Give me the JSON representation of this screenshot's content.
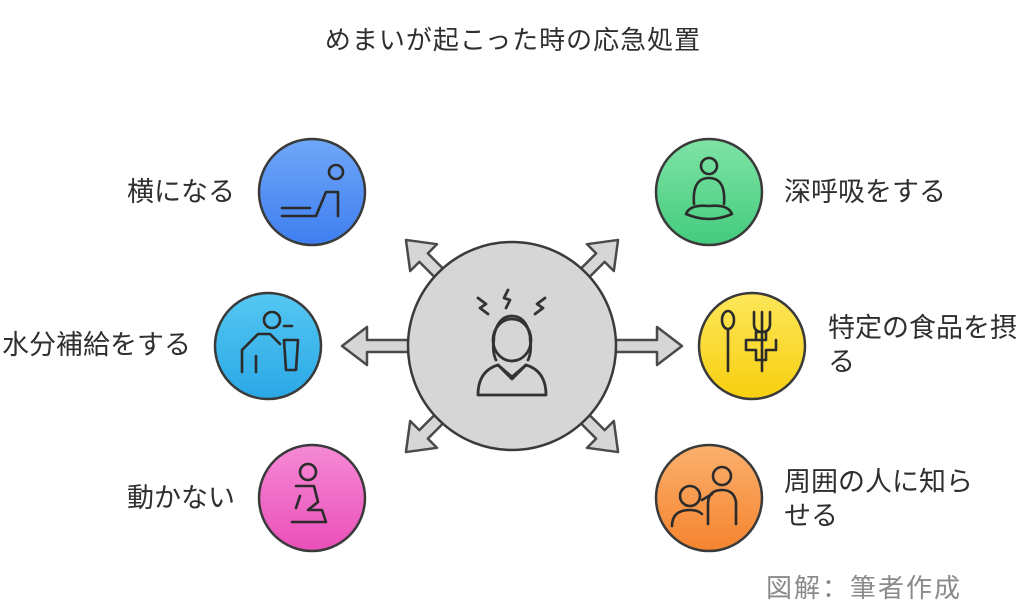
{
  "title": "めまいが起こった時の応急処置",
  "center": {
    "icon": "dizzy-person-icon"
  },
  "actions": [
    {
      "label": "横になる",
      "icon": "lying-down-icon",
      "color": "#4c8ff5"
    },
    {
      "label": "水分補給をする",
      "icon": "drinking-water-icon",
      "color": "#35b9ee"
    },
    {
      "label": "動かない",
      "icon": "kneeling-still-icon",
      "color": "#ef5fc3"
    },
    {
      "label": "深呼吸をする",
      "icon": "meditation-icon",
      "color": "#56d58b"
    },
    {
      "label": "特定の食品を摂る",
      "icon": "food-health-icon",
      "color": "#fbdc1e"
    },
    {
      "label": "周囲の人に知らせる",
      "icon": "telling-others-icon",
      "color": "#f99545"
    }
  ],
  "labels_display": {
    "left0": "横になる",
    "left1": "水分補給をする",
    "left2": "動かない",
    "right0": "深呼吸をする",
    "right1_line1": "特定の食品を摂",
    "right1_line2": "る",
    "right2_line1": "周囲の人に知ら",
    "right2_line2": "せる"
  },
  "credit": "図解：筆者作成"
}
